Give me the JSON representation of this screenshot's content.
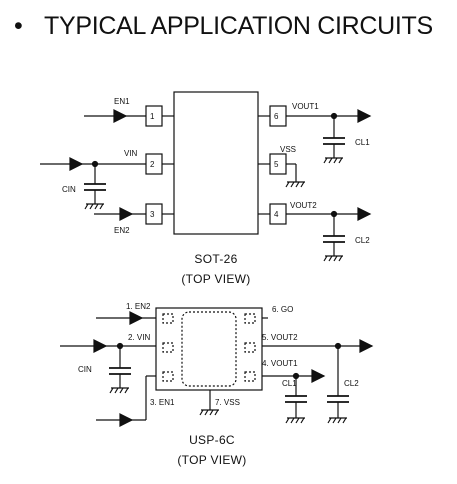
{
  "heading": {
    "bullet": "•",
    "title": "TYPICAL APPLICATION CIRCUITS"
  },
  "sot26": {
    "pins_left": [
      "1",
      "2",
      "3"
    ],
    "pins_right": [
      "6",
      "5",
      "4"
    ],
    "labels": {
      "en1": "EN1",
      "vin": "VIN",
      "en2": "EN2",
      "cin": "CIN",
      "vout1": "VOUT1",
      "vss": "VSS",
      "vout2": "VOUT2",
      "cl1": "CL1",
      "cl2": "CL2"
    },
    "package_name": "SOT-26",
    "view_label": "(TOP VIEW)"
  },
  "usp6c": {
    "labels": {
      "pin1": "1. EN2",
      "pin2": "2. VIN",
      "pin3": "3. EN1",
      "pin4": "4. VOUT1",
      "pin5": "5. VOUT2",
      "pin6": "6. GO",
      "pin7": "7. VSS",
      "cin": "CIN",
      "cl1": "CL1",
      "cl2": "CL2"
    },
    "package_name": "USP-6C",
    "view_label": "(TOP VIEW)"
  }
}
